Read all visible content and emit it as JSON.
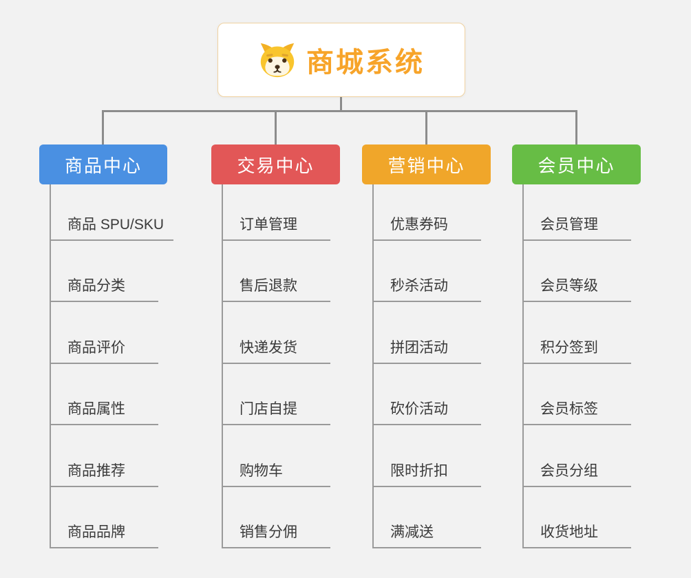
{
  "root": {
    "title": "商城系统",
    "title_color": "#f7a42a",
    "icon": "dog-face-icon"
  },
  "branches": [
    {
      "label": "商品中心",
      "color": "#4a90e2",
      "children": [
        "商品 SPU/SKU",
        "商品分类",
        "商品评价",
        "商品属性",
        "商品推荐",
        "商品品牌"
      ]
    },
    {
      "label": "交易中心",
      "color": "#e25757",
      "children": [
        "订单管理",
        "售后退款",
        "快递发货",
        "门店自提",
        "购物车",
        "销售分佣"
      ]
    },
    {
      "label": "营销中心",
      "color": "#f0a62a",
      "children": [
        "优惠券码",
        "秒杀活动",
        "拼团活动",
        "砍价活动",
        "限时折扣",
        "满减送"
      ]
    },
    {
      "label": "会员中心",
      "color": "#67bd45",
      "children": [
        "会员管理",
        "会员等级",
        "积分签到",
        "会员标签",
        "会员分组",
        "收货地址"
      ]
    }
  ]
}
